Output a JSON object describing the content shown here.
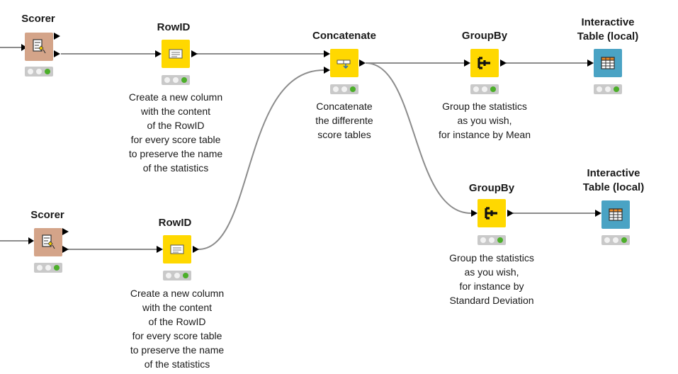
{
  "nodes": {
    "scorer_top": {
      "title": "Scorer"
    },
    "scorer_bottom": {
      "title": "Scorer"
    },
    "rowid_top": {
      "title": "RowID",
      "annotation": "Create a new column\nwith the content\nof the RowID\nfor every score table\nto preserve the name\nof the statistics"
    },
    "rowid_bottom": {
      "title": "RowID",
      "annotation": "Create a new column\nwith the content\nof the RowID\nfor every score table\nto preserve the name\nof the statistics"
    },
    "concatenate": {
      "title": "Concatenate",
      "annotation": "Concatenate\nthe differente\nscore tables"
    },
    "groupby_top": {
      "title": "GroupBy",
      "annotation": "Group the statistics\nas you wish,\nfor instance by Mean"
    },
    "groupby_bottom": {
      "title": "GroupBy",
      "annotation": "Group the statistics\nas you wish,\nfor instance by\nStandard Deviation"
    },
    "table_top": {
      "title": "Interactive\nTable (local)"
    },
    "table_bottom": {
      "title": "Interactive\nTable (local)"
    }
  },
  "colors": {
    "scorer": "#d4a489",
    "manipulator": "#ffd800",
    "view": "#4aa3c4",
    "wire": "#8c8c8c",
    "status_green": "#4caf2a",
    "status_off": "#f2f2f2"
  },
  "icons": {
    "scorer": "scorer-icon",
    "rowid": "rowid-icon",
    "concatenate": "concatenate-icon",
    "groupby": "groupby-icon",
    "table": "table-view-icon"
  }
}
